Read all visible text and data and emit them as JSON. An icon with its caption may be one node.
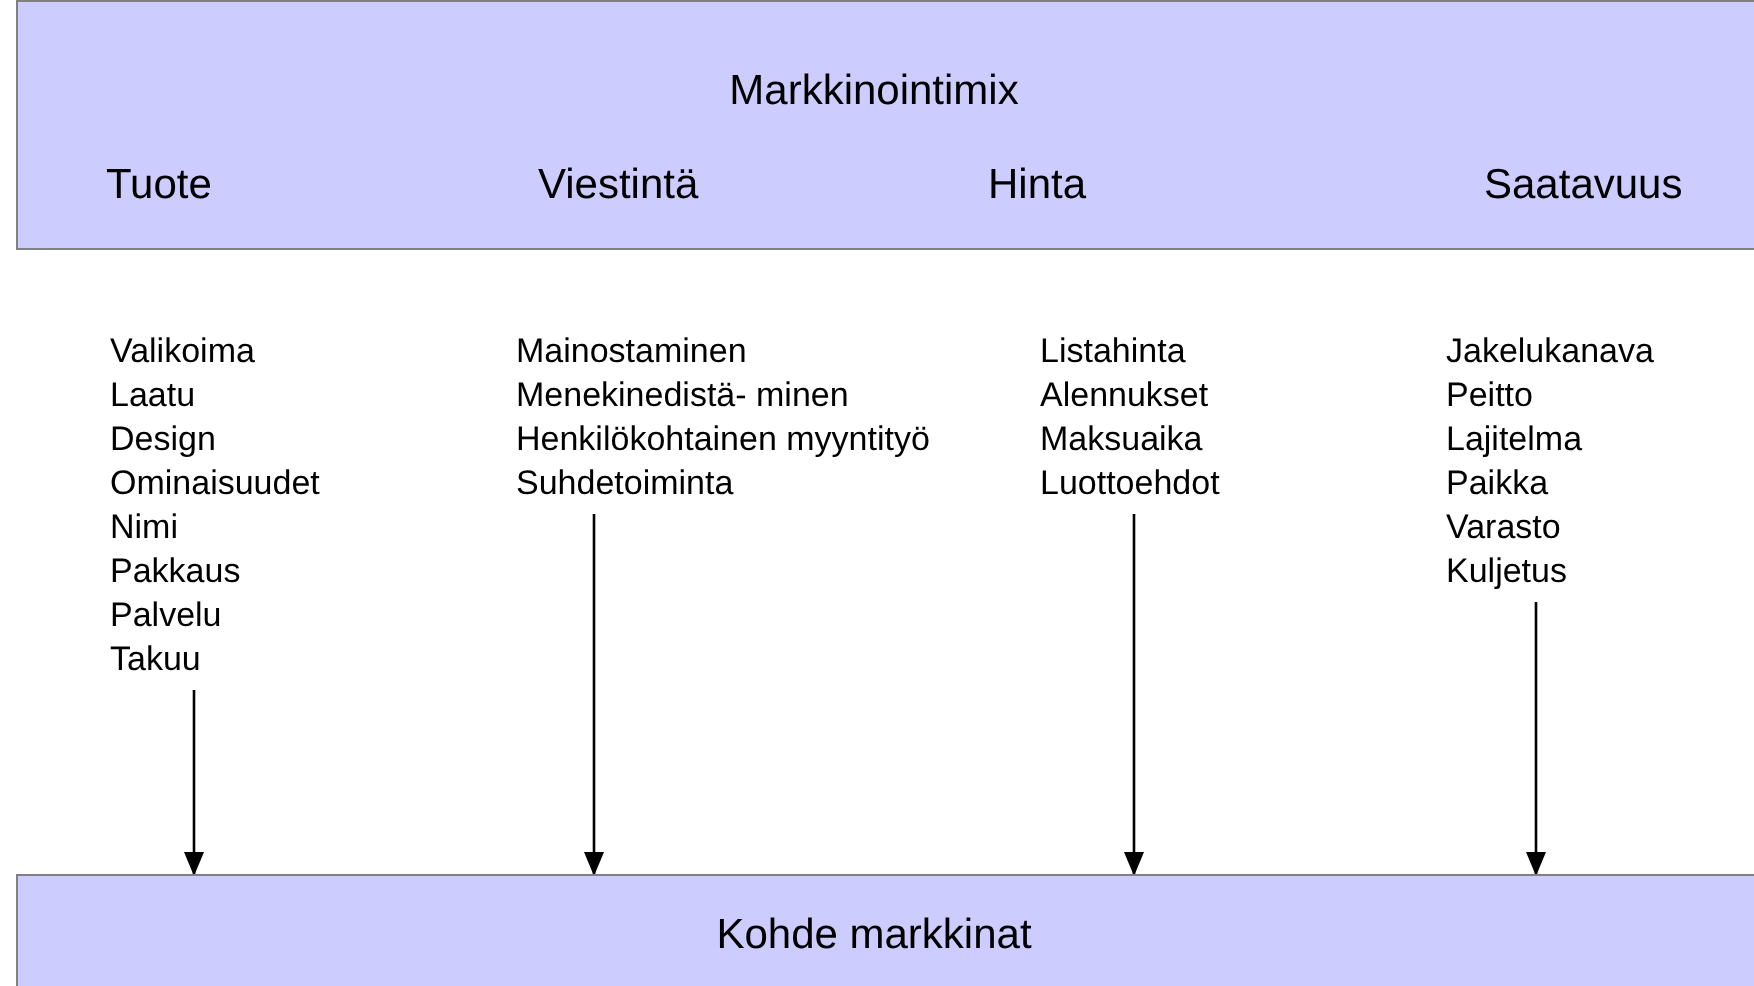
{
  "diagram": {
    "nodes": [
      {
        "text": [
          "Markkinointimix",
          "Tuote",
          "Viestintä",
          "Hinta",
          "Saatavuus"
        ]
      },
      {
        "text": [
          "Valikoima",
          "Laatu",
          "Design",
          "Ominaisuudet",
          "Nimi",
          "Pakkaus",
          "Palvelu",
          "Takuu"
        ]
      },
      {
        "text": [
          "Mainostaminen",
          "Menekinedistä- minen",
          "Henkilökohtainen myyntityö",
          "Suhdetoiminta"
        ]
      },
      {
        "text": [
          "Listahinta",
          "Alennukset",
          "Maksuaika",
          "Luottoehdot"
        ]
      },
      {
        "text": [
          "Jakelukanava",
          "Peitto",
          "Lajitelma",
          "Paikka",
          "Varasto",
          "Kuljetus"
        ]
      },
      {
        "text": [
          "Kohde markkinat"
        ]
      }
    ],
    "edges": [
      {
        "from": 1,
        "to": 5,
        "arrow": "to"
      },
      {
        "from": 2,
        "to": 5,
        "arrow": "to"
      },
      {
        "from": 3,
        "to": 5,
        "arrow": "to"
      },
      {
        "from": 4,
        "to": 5,
        "arrow": "to"
      }
    ]
  }
}
